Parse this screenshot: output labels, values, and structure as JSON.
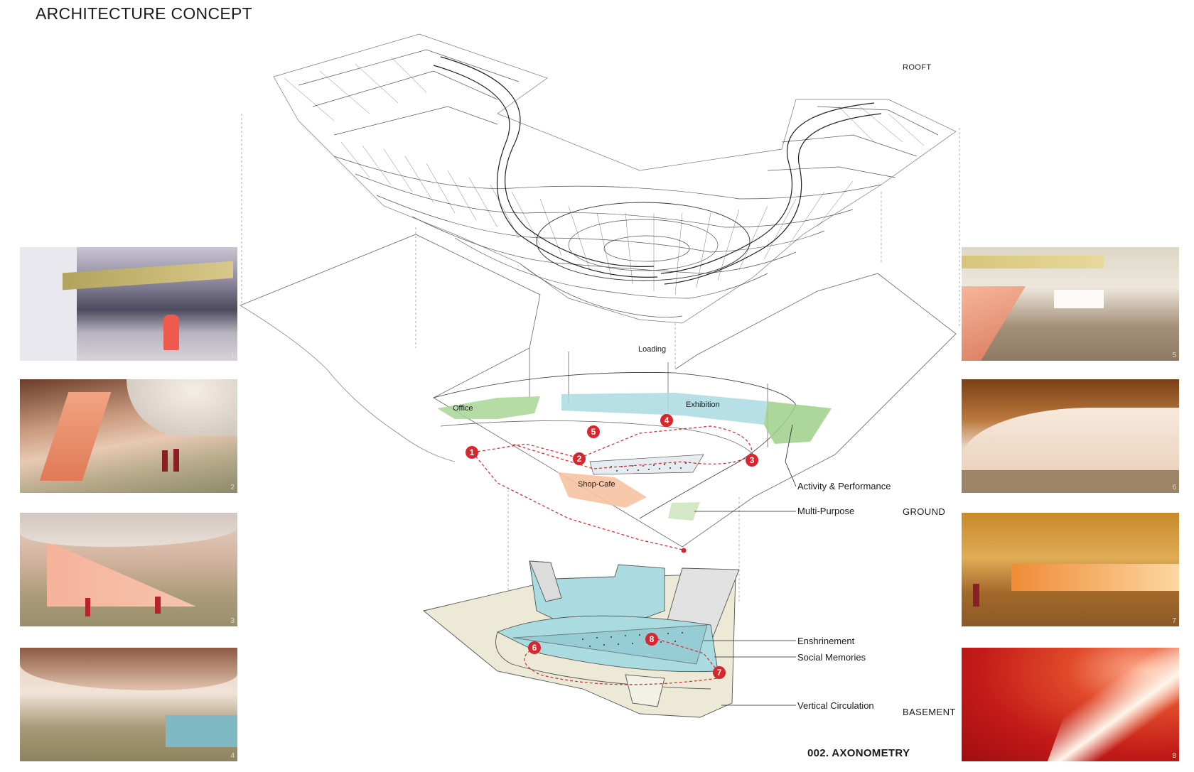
{
  "title": "ARCHITECTURE CONCEPT",
  "caption": "002. AXONOMETRY",
  "levels": {
    "roof": "ROOFT",
    "ground": "GROUND",
    "basement": "BASEMENT"
  },
  "labels": {
    "loading": "Loading",
    "office": "Office",
    "exhibition": "Exhibition",
    "shop_cafe": "Shop-Cafe",
    "activity": "Activity & Performance",
    "multipurpose": "Multi-Purpose",
    "enshrinement": "Enshrinement",
    "social_memories": "Social Memories",
    "vertical_circulation": "Vertical Circulation"
  },
  "markers": [
    "1",
    "2",
    "3",
    "4",
    "5",
    "6",
    "7",
    "8"
  ],
  "renders": [
    {
      "num": "1"
    },
    {
      "num": "2"
    },
    {
      "num": "3"
    },
    {
      "num": "4"
    },
    {
      "num": "5"
    },
    {
      "num": "6"
    },
    {
      "num": "7"
    },
    {
      "num": "8"
    }
  ],
  "colors": {
    "accent_red": "#d7262d",
    "office_green": "#9fcf8a",
    "exhibition_blue": "#a9dbe0",
    "shop_orange": "#f6c2a0",
    "basement_beige": "#e4e0cc"
  }
}
